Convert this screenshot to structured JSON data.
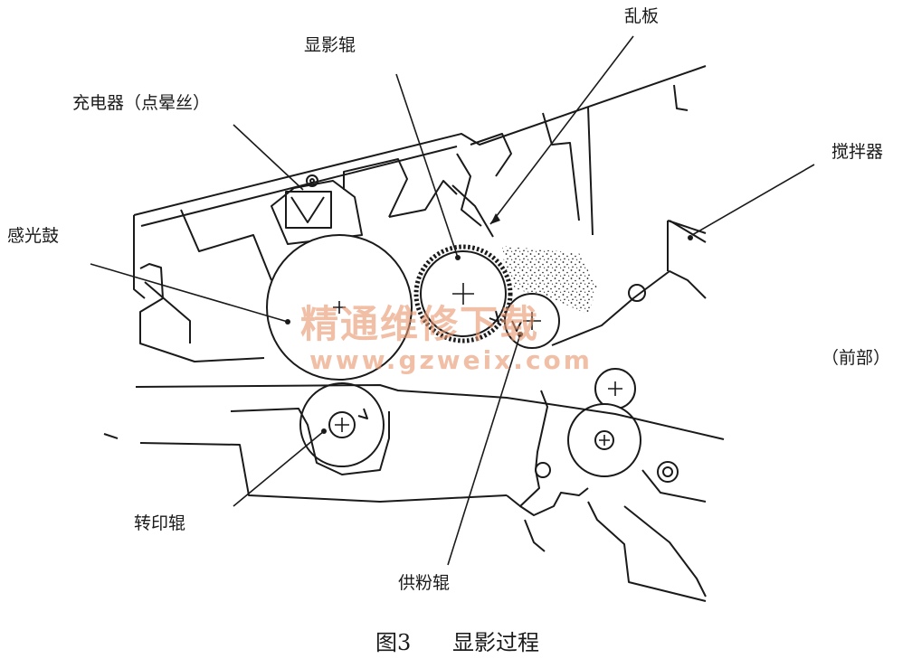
{
  "labels": {
    "developing_roller": "显影辊",
    "baffle": "乱板",
    "charger": "充电器（点晕丝）",
    "agitator": "搅拌器",
    "drum": "感光鼓",
    "front": "（前部）",
    "transfer_roller": "转印辊",
    "supply_roller": "供粉辊"
  },
  "caption": {
    "fig": "图3",
    "title": "显影过程"
  },
  "watermark": {
    "cn": "精通维修下载",
    "url": "www.gzweix.com"
  },
  "colors": {
    "line": "#1a1a1a",
    "watermark": "#e89670"
  }
}
